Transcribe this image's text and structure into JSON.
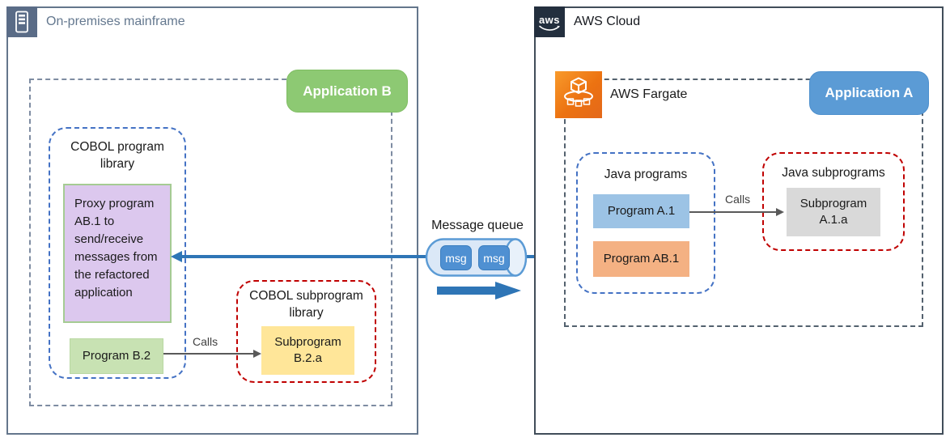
{
  "onprem": {
    "title": "On-premises mainframe",
    "application_label": "Application B",
    "cobol_program_library": {
      "title": "COBOL program library",
      "proxy_program_text": "Proxy program AB.1 to send/receive messages from the refactored application",
      "program_label": "Program B.2"
    },
    "cobol_subprogram_library": {
      "title": "COBOL subprogram library",
      "subprogram_label": "Subprogram B.2.a"
    },
    "calls_label": "Calls"
  },
  "queue": {
    "label": "Message queue",
    "messages": [
      "msg",
      "msg"
    ]
  },
  "aws": {
    "title": "AWS Cloud",
    "logo_text": "aws",
    "fargate_label": "AWS Fargate",
    "application_label": "Application A",
    "java_programs": {
      "title": "Java programs",
      "program_a1_label": "Program A.1",
      "program_ab1_label": "Program AB.1"
    },
    "java_subprograms": {
      "title": "Java subprograms",
      "subprogram_label": "Subprogram A.1.a"
    },
    "calls_label": "Calls"
  },
  "colors": {
    "application_b_green": "#8dc973",
    "application_a_blue": "#5b9bd5",
    "proxy_purple": "#dcc8ee",
    "proxy_border_green": "#a5cb93",
    "program_b2_green": "#c8e2b3",
    "subprogram_yellow": "#ffe699",
    "program_a1_blue": "#9cc3e5",
    "program_ab1_orange": "#f4b183",
    "subprogram_gray": "#d9d9d9",
    "arrow_blue": "#2e75b6",
    "library_dashed_blue": "#4472c4",
    "library_dashed_red": "#c00000",
    "onprem_accent": "#5a6c87",
    "aws_dark": "#232f3e",
    "fargate_orange": "#ec7211"
  }
}
